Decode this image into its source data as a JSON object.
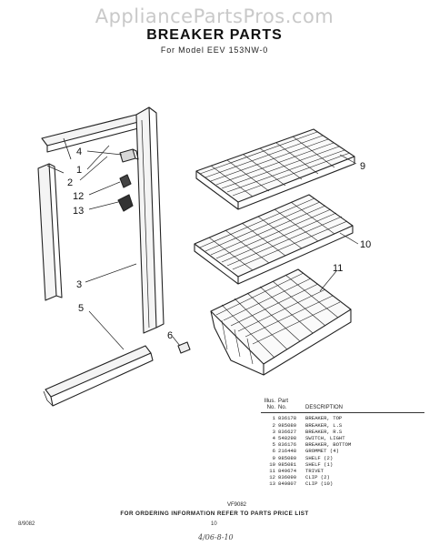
{
  "watermark": "AppliancePartsPros.com",
  "title": "BREAKER PARTS",
  "subtitle": "For Model EEV 153NW-0",
  "callouts": [
    "4",
    "1",
    "2",
    "12",
    "13",
    "3",
    "5",
    "6",
    "9",
    "10",
    "11"
  ],
  "table": {
    "header": {
      "illus": "Illus.",
      "no": "No.",
      "part": "Part",
      "part_no": "No.",
      "description": "DESCRIPTION"
    },
    "rows": [
      {
        "no": "1",
        "part": "836178",
        "desc": "BREAKER, TOP"
      },
      {
        "no": "2",
        "part": "985080",
        "desc": "BREAKER, L.S"
      },
      {
        "no": "3",
        "part": "836627",
        "desc": "BREAKER, R.S"
      },
      {
        "no": "4",
        "part": "548298",
        "desc": "SWITCH, LIGHT"
      },
      {
        "no": "5",
        "part": "836176",
        "desc": "BREAKER, BOTTOM"
      },
      {
        "no": "6",
        "part": "216448",
        "desc": "GROMMET (4)"
      },
      {
        "no": "9",
        "part": "985080",
        "desc": "SHELF (2)"
      },
      {
        "no": "10",
        "part": "985081",
        "desc": "SHELF (1)"
      },
      {
        "no": "11",
        "part": "849674",
        "desc": "TRIVET"
      },
      {
        "no": "12",
        "part": "836090",
        "desc": "CLIP (2)"
      },
      {
        "no": "13",
        "part": "849807",
        "desc": "CLIP (10)"
      }
    ]
  },
  "diagram_code": "VF9082",
  "ordering_note": "FOR ORDERING INFORMATION REFER TO PARTS PRICE LIST",
  "left_code": "8/9082",
  "page_number": "10",
  "handwritten": "4/06-8-10"
}
